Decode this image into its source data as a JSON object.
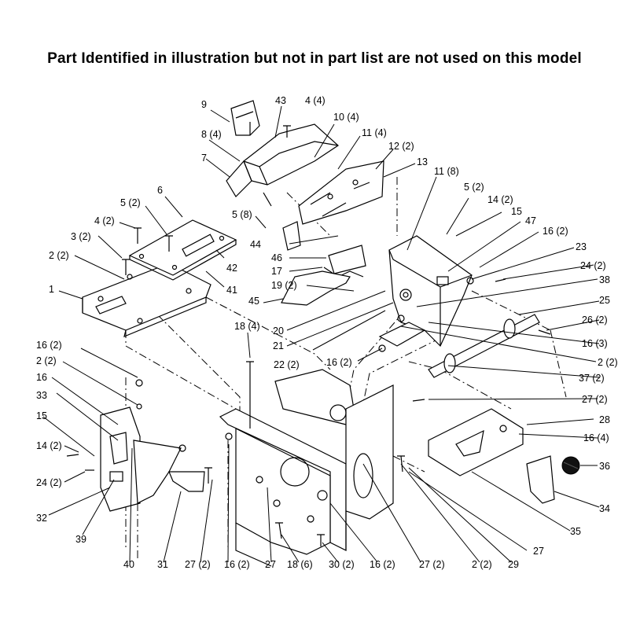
{
  "header": {
    "title": "Part Identified in illustration but not in part list are not used on this model"
  },
  "callouts": [
    {
      "id": "c9",
      "text": "9"
    },
    {
      "id": "c43",
      "text": "43"
    },
    {
      "id": "c4-4",
      "text": "4 (4)"
    },
    {
      "id": "c10-4",
      "text": "10 (4)"
    },
    {
      "id": "c8-4",
      "text": "8 (4)"
    },
    {
      "id": "c11-4",
      "text": "11 (4)"
    },
    {
      "id": "c12-2",
      "text": "12 (2)"
    },
    {
      "id": "c7",
      "text": "7"
    },
    {
      "id": "c13",
      "text": "13"
    },
    {
      "id": "c11-8",
      "text": "11 (8)"
    },
    {
      "id": "c6",
      "text": "6"
    },
    {
      "id": "c5-2a",
      "text": "5 (2)"
    },
    {
      "id": "c5-2b",
      "text": "5 (2)"
    },
    {
      "id": "c14-2a",
      "text": "14 (2)"
    },
    {
      "id": "c4-2",
      "text": "4 (2)"
    },
    {
      "id": "c5-8",
      "text": "5 (8)"
    },
    {
      "id": "c15a",
      "text": "15"
    },
    {
      "id": "c47",
      "text": "47"
    },
    {
      "id": "c3-2",
      "text": "3 (2)"
    },
    {
      "id": "c44",
      "text": "44"
    },
    {
      "id": "c16-2a",
      "text": "16 (2)"
    },
    {
      "id": "c23",
      "text": "23"
    },
    {
      "id": "c2-2a",
      "text": "2 (2)"
    },
    {
      "id": "c46",
      "text": "46"
    },
    {
      "id": "c42",
      "text": "42"
    },
    {
      "id": "c24-2a",
      "text": "24 (2)"
    },
    {
      "id": "c17",
      "text": "17"
    },
    {
      "id": "c38",
      "text": "38"
    },
    {
      "id": "c1",
      "text": "1"
    },
    {
      "id": "c19-2",
      "text": "19 (2)"
    },
    {
      "id": "c41",
      "text": "41"
    },
    {
      "id": "c25",
      "text": "25"
    },
    {
      "id": "c45",
      "text": "45"
    },
    {
      "id": "c26-2",
      "text": "26 (2)"
    },
    {
      "id": "c18-4",
      "text": "18 (4)"
    },
    {
      "id": "c20",
      "text": "20"
    },
    {
      "id": "c16-3",
      "text": "16 (3)"
    },
    {
      "id": "c21",
      "text": "21"
    },
    {
      "id": "c16-2b",
      "text": "16 (2)"
    },
    {
      "id": "c2-2b",
      "text": "2 (2)"
    },
    {
      "id": "c22-2",
      "text": "22 (2)"
    },
    {
      "id": "c16-2c",
      "text": "16 (2)"
    },
    {
      "id": "c2-2c",
      "text": "2 (2)"
    },
    {
      "id": "c37-2",
      "text": "37 (2)"
    },
    {
      "id": "c16a",
      "text": "16"
    },
    {
      "id": "c33",
      "text": "33"
    },
    {
      "id": "c27-2a",
      "text": "27 (2)"
    },
    {
      "id": "c28",
      "text": "28"
    },
    {
      "id": "c15b",
      "text": "15"
    },
    {
      "id": "c16-4",
      "text": "16 (4)"
    },
    {
      "id": "c14-2b",
      "text": "14 (2)"
    },
    {
      "id": "c36",
      "text": "36"
    },
    {
      "id": "c24-2b",
      "text": "24 (2)"
    },
    {
      "id": "c34",
      "text": "34"
    },
    {
      "id": "c32",
      "text": "32"
    },
    {
      "id": "c35",
      "text": "35"
    },
    {
      "id": "c39",
      "text": "39"
    },
    {
      "id": "c27a",
      "text": "27"
    },
    {
      "id": "c40",
      "text": "40"
    },
    {
      "id": "c31",
      "text": "31"
    },
    {
      "id": "c27-2b",
      "text": "27 (2)"
    },
    {
      "id": "c16-2d",
      "text": "16 (2)"
    },
    {
      "id": "c27b",
      "text": "27"
    },
    {
      "id": "c18-6",
      "text": "18 (6)"
    },
    {
      "id": "c30-2",
      "text": "30 (2)"
    },
    {
      "id": "c16-2e",
      "text": "16 (2)"
    },
    {
      "id": "c27-2c",
      "text": "27 (2)"
    },
    {
      "id": "c2-2d",
      "text": "2 (2)"
    },
    {
      "id": "c29",
      "text": "29"
    }
  ]
}
